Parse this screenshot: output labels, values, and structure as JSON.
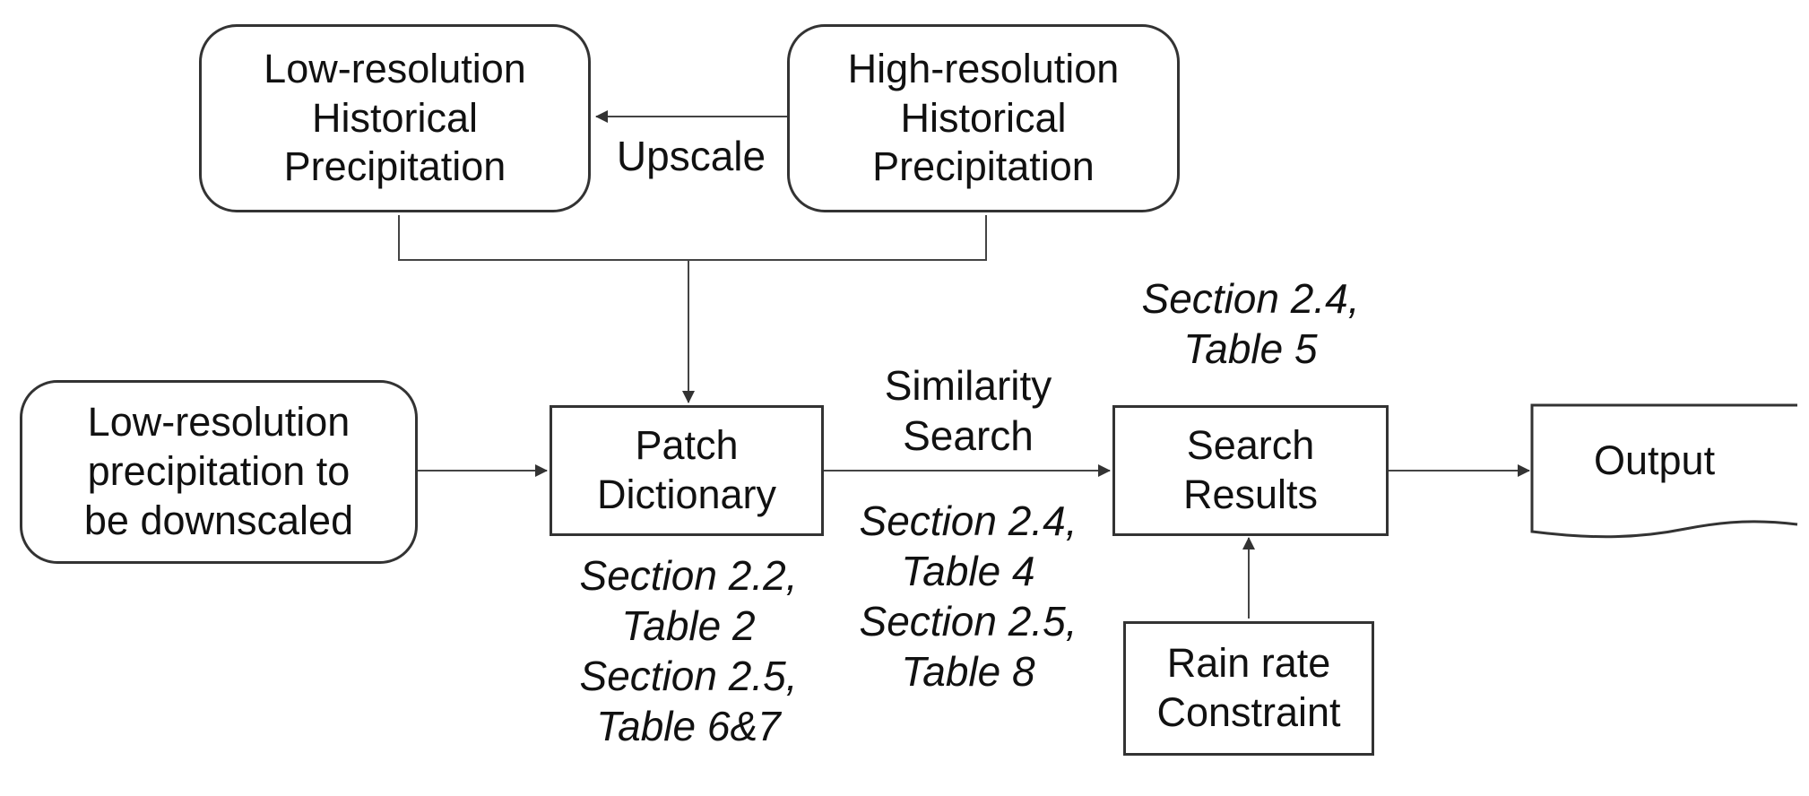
{
  "nodes": {
    "low_res_historical": {
      "lines": [
        "Low-resolution",
        "Historical",
        "Precipitation"
      ]
    },
    "high_res_historical": {
      "lines": [
        "High-resolution",
        "Historical",
        "Precipitation"
      ]
    },
    "low_res_input": {
      "lines": [
        "Low-resolution",
        "precipitation to",
        "be downscaled"
      ]
    },
    "patch_dictionary": {
      "lines": [
        "Patch",
        "Dictionary"
      ]
    },
    "search_results": {
      "lines": [
        "Search",
        "Results"
      ]
    },
    "rain_rate_constraint": {
      "lines": [
        "Rain rate",
        "Constraint"
      ]
    },
    "output": {
      "label": "Output"
    }
  },
  "edge_labels": {
    "upscale": "Upscale",
    "similarity_search": [
      "Similarity",
      "Search"
    ]
  },
  "annotations": {
    "patch_dictionary_refs": [
      "Section 2.2,",
      "Table 2",
      "Section 2.5,",
      "Table 6&7"
    ],
    "similarity_search_refs": [
      "Section 2.4,",
      "Table 4",
      "Section 2.5,",
      "Table 8"
    ],
    "search_results_refs": [
      "Section 2.4,",
      "Table 5"
    ]
  }
}
